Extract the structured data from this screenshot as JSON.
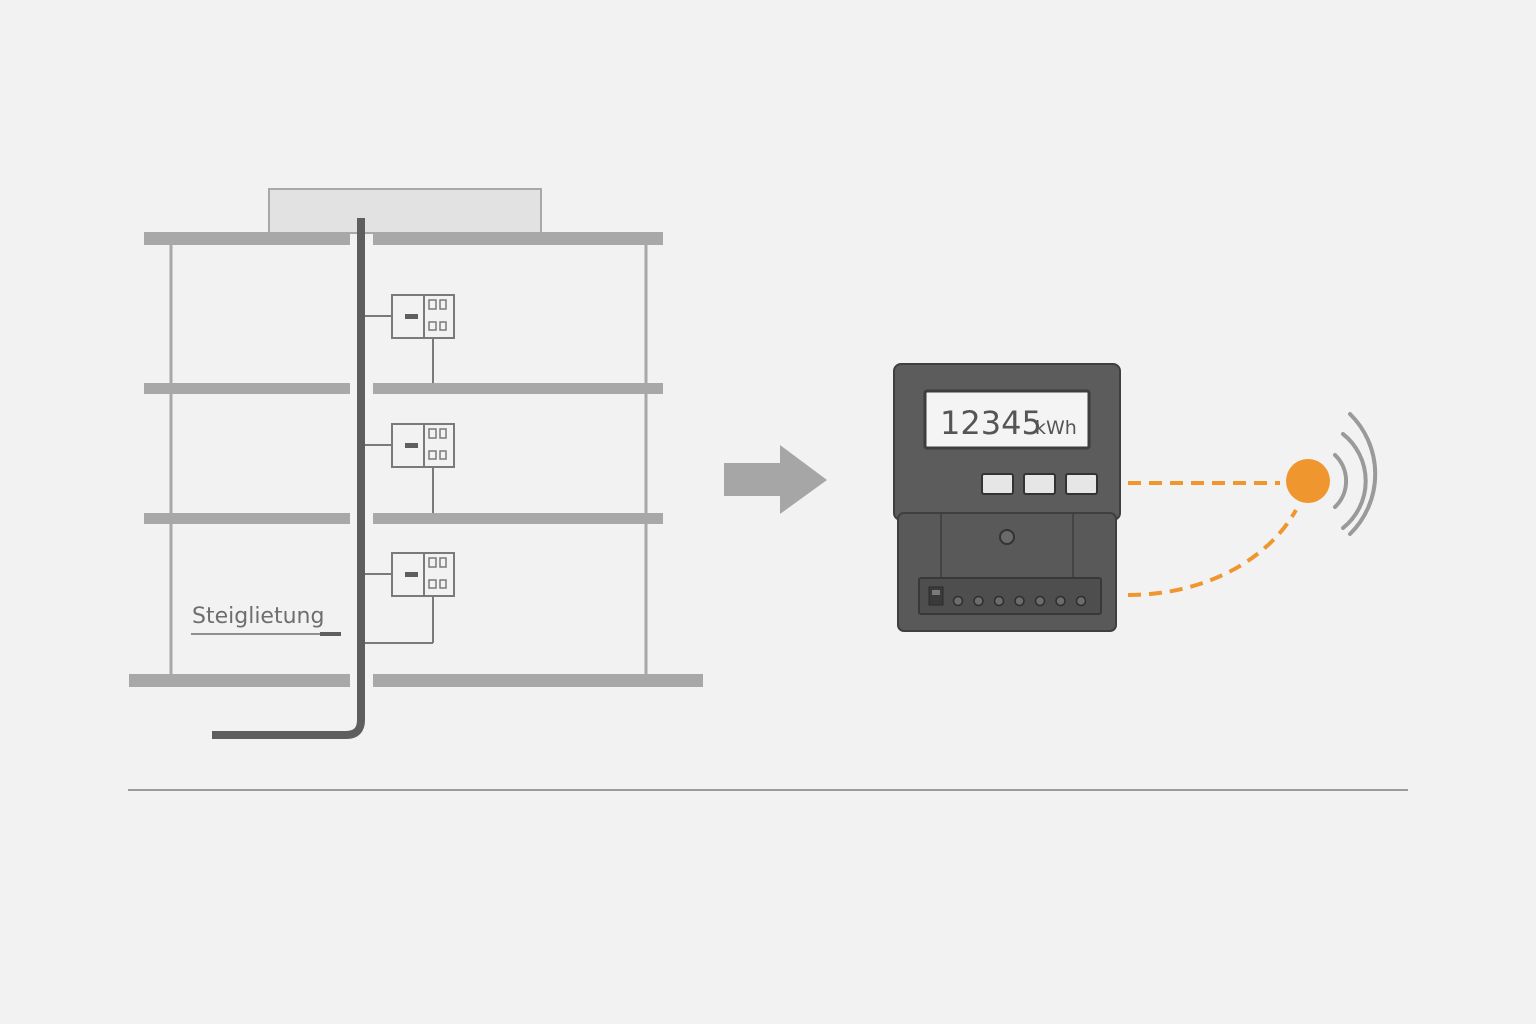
{
  "building": {
    "riser_label": "Steiglietung",
    "floor_meter_count": 3
  },
  "meter": {
    "reading_value": "12345",
    "reading_unit": "kWh",
    "button_count": 3,
    "terminal_count": 7
  },
  "colors": {
    "background": "#f2f2f2",
    "structure": "#a8a8a8",
    "riser": "#5e5e5e",
    "meter_body": "#5c5c5c",
    "accent": "#f0962f",
    "signal": "#9a9a9a"
  }
}
